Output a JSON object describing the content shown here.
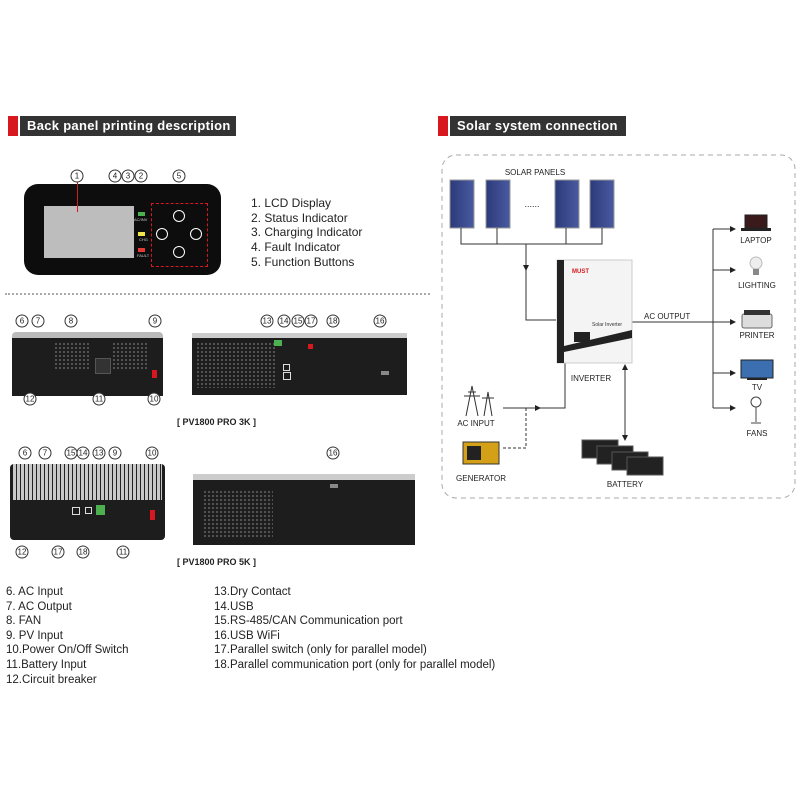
{
  "left_section": {
    "title": "Back panel printing description",
    "panel_callouts": [
      "1",
      "4",
      "3",
      "2",
      "5"
    ],
    "panel_labels": {
      "ac": "AC/INV",
      "chg": "CHG",
      "fault": "FAULT"
    },
    "front_items": [
      "1.  LCD Display",
      "2.  Status Indicator",
      "3.  Charging Indicator",
      "4.  Fault Indicator",
      "5.  Function Buttons"
    ],
    "model_3k": {
      "label": "[ PV1800 PRO 3K ]",
      "back_callouts": [
        "6",
        "7",
        "8",
        "9",
        "12",
        "11",
        "10"
      ],
      "side_callouts": [
        "13",
        "14",
        "15",
        "17",
        "18",
        "16"
      ]
    },
    "model_5k": {
      "label": "[ PV1800 PRO 5K ]",
      "back_callouts": [
        "6",
        "7",
        "15",
        "14",
        "13",
        "9",
        "10",
        "12",
        "17",
        "18",
        "11"
      ],
      "side_callouts": [
        "16"
      ]
    },
    "back_items_left": [
      "6.  AC Input",
      "7.  AC Output",
      "8.  FAN",
      "9.  PV Input",
      "10.Power On/Off Switch",
      "11.Battery Input",
      "12.Circuit breaker"
    ],
    "back_items_right": [
      "13.Dry Contact",
      "14.USB",
      "15.RS-485/CAN Communication port",
      "16.USB WiFi",
      "17.Parallel switch (only for parallel model)",
      "18.Parallel communication port (only for parallel model)"
    ]
  },
  "right_section": {
    "title": "Solar system connection",
    "solar_panels": "SOLAR PANELS",
    "dots": "......",
    "inverter": "INVERTER",
    "inverter_brand": "MUST",
    "inverter_model": "Solar Inverter",
    "ac_output": "AC OUTPUT",
    "ac_input": "AC INPUT",
    "generator": "GENERATOR",
    "battery": "BATTERY",
    "loads": [
      "LAPTOP",
      "LIGHTING",
      "PRINTER",
      "TV",
      "FANS"
    ]
  },
  "colors": {
    "accent": "#d7191f",
    "header_bg": "#333333"
  }
}
